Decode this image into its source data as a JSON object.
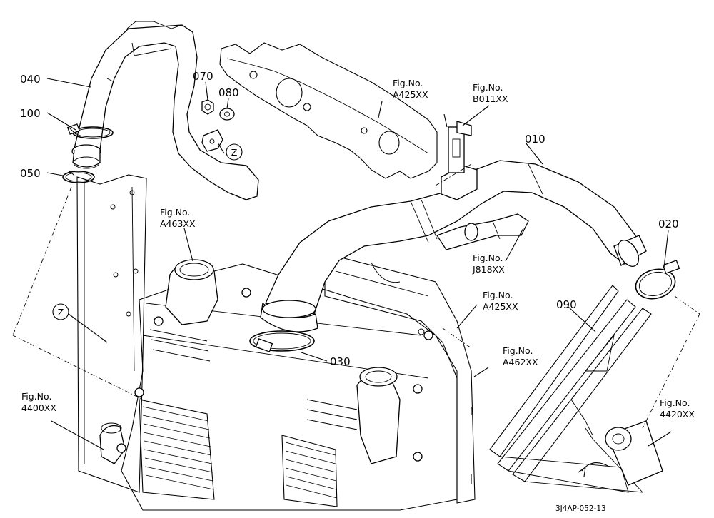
{
  "parts": {
    "p010": "010",
    "p020": "020",
    "p030": "030",
    "p040": "040",
    "p050": "050",
    "p070": "070",
    "p080": "080",
    "p090": "090",
    "p100": "100"
  },
  "refs": {
    "fig_a425_top": [
      "Fig.No.",
      "A425XX"
    ],
    "fig_b011": [
      "Fig.No.",
      "B011XX"
    ],
    "fig_a463": [
      "Fig.No.",
      "A463XX"
    ],
    "fig_j818": [
      "Fig.No.",
      "J818XX"
    ],
    "fig_a425_mid": [
      "Fig.No.",
      "A425XX"
    ],
    "fig_a462": [
      "Fig.No.",
      "A462XX"
    ],
    "fig_4400": [
      "Fig.No.",
      "4400XX"
    ],
    "fig_4420": [
      "Fig.No.",
      "4420XX"
    ]
  },
  "markers": {
    "z_top": "Z",
    "z_left": "Z"
  },
  "drawing_number": "3J4AP-052-13"
}
